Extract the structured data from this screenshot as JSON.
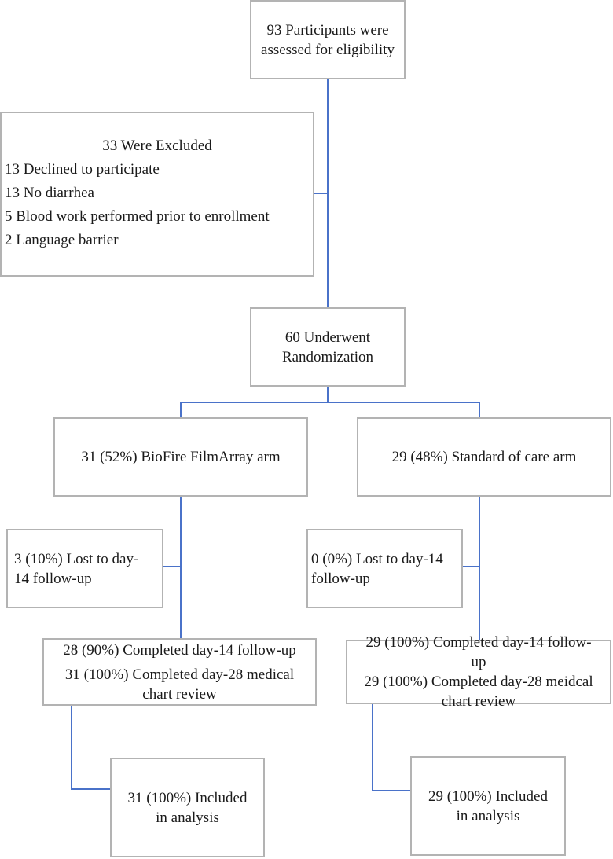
{
  "assessed": {
    "lines": [
      "93 Participants were",
      "assessed for eligibility"
    ]
  },
  "excluded": {
    "title": "33 Were Excluded",
    "items": [
      "13 Declined to participate",
      "13 No diarrhea",
      "5 Blood work performed prior to enrollment",
      "2 Language barrier"
    ]
  },
  "randomized": {
    "lines": [
      "60 Underwent",
      "Randomization"
    ]
  },
  "arm_biofire": {
    "label": "31 (52%) BioFire FilmArray arm",
    "lost": [
      "3 (10%) Lost to day-",
      "14 follow-up"
    ],
    "completed_followup": "28 (90%) Completed day-14 follow-up",
    "completed_review": [
      "31 (100%) Completed day-28 medical",
      "chart review"
    ],
    "analysis": [
      "31 (100%) Included",
      "in analysis"
    ]
  },
  "arm_standard": {
    "label": "29 (48%) Standard of care arm",
    "lost": [
      "0 (0%) Lost to day-14",
      "follow-up"
    ],
    "completed_followup": [
      "29 (100%) Completed day-14 follow-",
      "up"
    ],
    "completed_review": [
      "29 (100%) Completed day-28 meidcal",
      "chart review"
    ],
    "analysis": [
      "29 (100%) Included",
      "in analysis"
    ]
  }
}
